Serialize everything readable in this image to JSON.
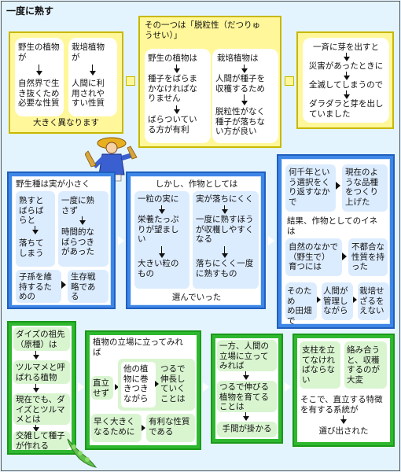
{
  "title": "一度に熟す",
  "row1": {
    "p1": {
      "wild_label": "野生の植物\nが",
      "wild_result": "自然界で生\nき抜くため\n必要な性質",
      "cult_label": "栽培植物\nが",
      "cult_result": "人間に利\n用されや\nすい性質",
      "footer": "大きく異なります"
    },
    "p2": {
      "header": "その一つは「脱粒性（だつりゅ\nうせい）」",
      "wild_label": "野生の植物は",
      "wild_body": "種子をばらま\nかなければな\nりません",
      "wild_result": "ばらついてい\nる方が有利",
      "cult_label": "栽培植物は",
      "cult_body": "人間が種子を\n収穫するため",
      "cult_result": "脱粒性がなく\n種子が落ちな\nい方が良い"
    },
    "p3": {
      "s1": "一斉に芽を出すと",
      "s2": "災害があったときに",
      "s3": "全滅してしまうので",
      "s4": "ダラダラと芽を出し\nていました"
    }
  },
  "row2": {
    "p4": {
      "header": "野生種は実が小さく",
      "left1": "熟すと\nばらば\nらと",
      "left2": "落ちて\nしまう",
      "right1": "一度に熟\nさず",
      "right2": "時間的な\nばらつき\nがあった",
      "bottom_left": "子孫を維\n持するた\nめの",
      "bottom_right": "生存戦\n略であ\nる"
    },
    "p5": {
      "header": "しかし、作物としては",
      "left1": "一粒の実に",
      "left2": "栄養たっぷ\nりが望まし\nい",
      "left3": "大きい粒の\nもの",
      "right1": "実が落ちにくく",
      "right2": "一度に熟すほう\nが収穫しやすく\nなる",
      "right3": "落ちにくく一度\nに熟すもの",
      "footer": "選んでいった"
    },
    "p6": {
      "top_left": "何千年とい\nう選択をく\nり返すなか\nで",
      "top_right": "現在のよ\nうな品種\nをつくり\n上げた",
      "middle": "結果、作物としてのイネ\nは",
      "mid_left": "自然のなかで\n（野生で）\n育つには",
      "mid_right": "不都合な\n性質を持\nった",
      "b1": "そのため\nめ田畑\nで",
      "b2": "人間が\n管理し\nながら",
      "b3": "栽培せ\nざるを\nえない"
    }
  },
  "row3": {
    "p7": {
      "c1": "ダイズの祖先\n（原種）は",
      "c2": "ツルマメと呼\nばれる植物",
      "c3": "現在でも、ダ\nイズとツルマ\nメとは",
      "c4": "交雑して種子\nが作れる"
    },
    "p8": {
      "header": "植物の立場に立ってみれ\nば",
      "left": "直立\nせず",
      "inner_left": "他の植\n物に巻\nきつき\nながら",
      "inner_right": "つるで\n伸長し\nていく\nことは",
      "bottom_left": "早く大きく\nなるために",
      "bottom_right": "有利な性質\nである"
    },
    "p9": {
      "c1": "一方、人間の\n立場に立って\nみれば",
      "c2": "つるで伸びる\n植物を育てる\nことは",
      "c3": "手間が掛かる"
    },
    "p10": {
      "left": "支柱を立\nてなけれ\nばならな\nい",
      "right": "絡み合う\nと、収穫\nするのが\n大変",
      "middle": "そこで、直立する特徴\nを有する系統が",
      "footer": "選び出された"
    }
  },
  "colors": {
    "yellow_panel": "#fff799",
    "blue_panel": "#3f87e6",
    "green_panel": "#2fb82f",
    "background": "#e4f4ff"
  },
  "icons": [
    "farmer-illustration",
    "soybean-pod-illustration",
    "arrow-right-icon",
    "arrow-down-icon"
  ]
}
